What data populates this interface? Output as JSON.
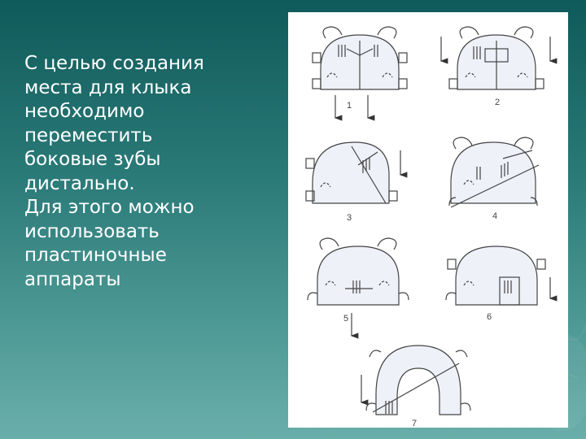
{
  "slide": {
    "lines": [
      "С целью создания",
      "места для клыка",
      "необходимо",
      "переместить",
      "боковые зубы",
      "дистально.",
      "Для этого можно",
      "использовать",
      "пластиночные",
      "аппараты"
    ]
  },
  "figure": {
    "labels": [
      "1",
      "2",
      "3",
      "4",
      "5",
      "6",
      "7"
    ]
  }
}
